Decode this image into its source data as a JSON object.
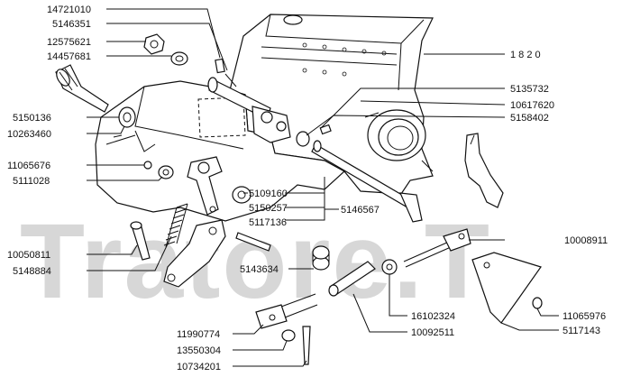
{
  "watermark": "Tratore.T",
  "labels": {
    "l14721010": "14721010",
    "l5146351": "5146351",
    "l12575621": "12575621",
    "l14457681": "14457681",
    "l5150136": "5150136",
    "l10263460": "10263460",
    "l11065676": "11065676",
    "l5111028": "5111028",
    "l10050811": "10050811",
    "l5148884": "5148884",
    "l11990774": "11990774",
    "l13550304": "13550304",
    "l10734201": "10734201",
    "l1820": "1 8 2 0",
    "l5135732": "5135732",
    "l10617620": "10617620",
    "l5158402": "5158402",
    "l5109160": "5109160",
    "l5150257": "5150257",
    "l5117136": "5117136",
    "l5146567": "5146567",
    "l5143634": "5143634",
    "l16102324": "16102324",
    "l10092511": "10092511",
    "l10008911": "10008911",
    "l11065976": "11065976",
    "l5117143": "5117143"
  }
}
